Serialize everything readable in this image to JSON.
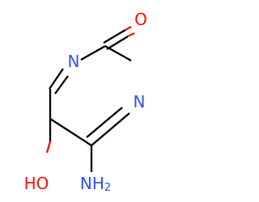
{
  "molecule": {
    "atoms": {
      "n1": {
        "label": "N",
        "color": "#3050f8"
      },
      "n3": {
        "label": "N",
        "color": "#3050f8"
      },
      "carbonyl_o": {
        "label": "O",
        "color": "#ff0d0d"
      },
      "amino": {
        "label": "NH",
        "subscript": "2",
        "color": "#3050f8"
      },
      "hydroxyl": {
        "label": "HO",
        "color": "#ff0d0d"
      }
    },
    "bond_color": "#000000"
  }
}
